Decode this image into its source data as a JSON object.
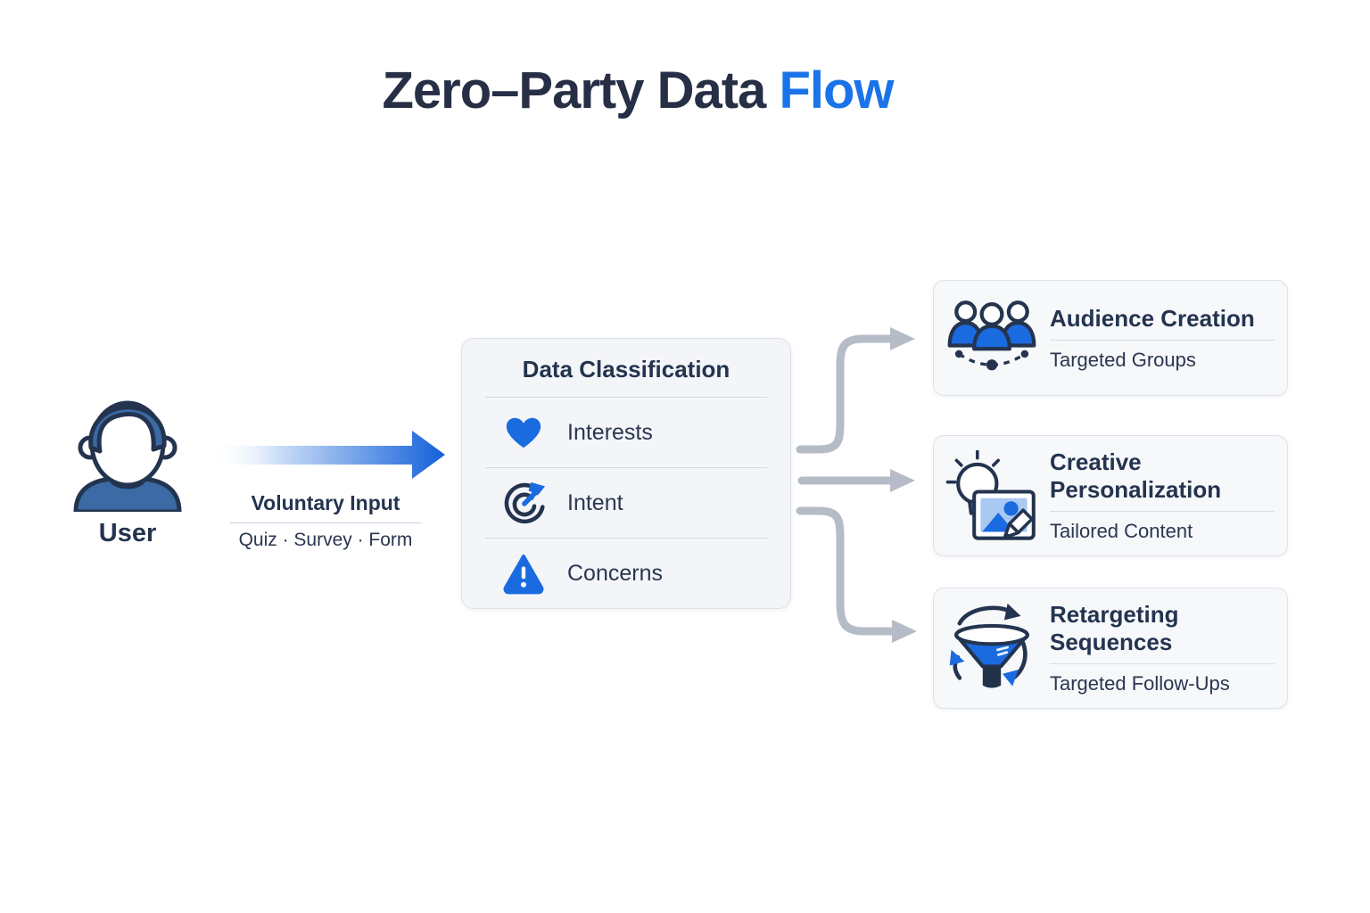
{
  "title": {
    "main": "Zero–Party Data",
    "accent": "Flow"
  },
  "source": {
    "label": "User"
  },
  "input": {
    "label": "Voluntary Input",
    "methods": "Quiz · Survey · Form"
  },
  "classification": {
    "title": "Data Classification",
    "items": [
      {
        "icon": "heart-icon",
        "label": "Interests"
      },
      {
        "icon": "target-icon",
        "label": "Intent"
      },
      {
        "icon": "warning-icon",
        "label": "Concerns"
      }
    ]
  },
  "outputs": [
    {
      "icon": "audience-group-icon",
      "title": "Audience Creation",
      "subtitle": "Targeted Groups"
    },
    {
      "icon": "creative-bulb-image-icon",
      "title": "Creative Personalization",
      "subtitle": "Tailored Content"
    },
    {
      "icon": "retargeting-funnel-icon",
      "title": "Retargeting Sequences",
      "subtitle": "Targeted Follow-Ups"
    }
  ],
  "colors": {
    "navy_text": "#262f45",
    "accent_blue": "#1a6fe0",
    "title_accent_blue": "#1a73e8",
    "connector_gray": "#b6bcc7",
    "panel_bg": "#f4f6f9",
    "panel_border": "#dee2e9",
    "avatar_blue": "#3b6aa5"
  }
}
